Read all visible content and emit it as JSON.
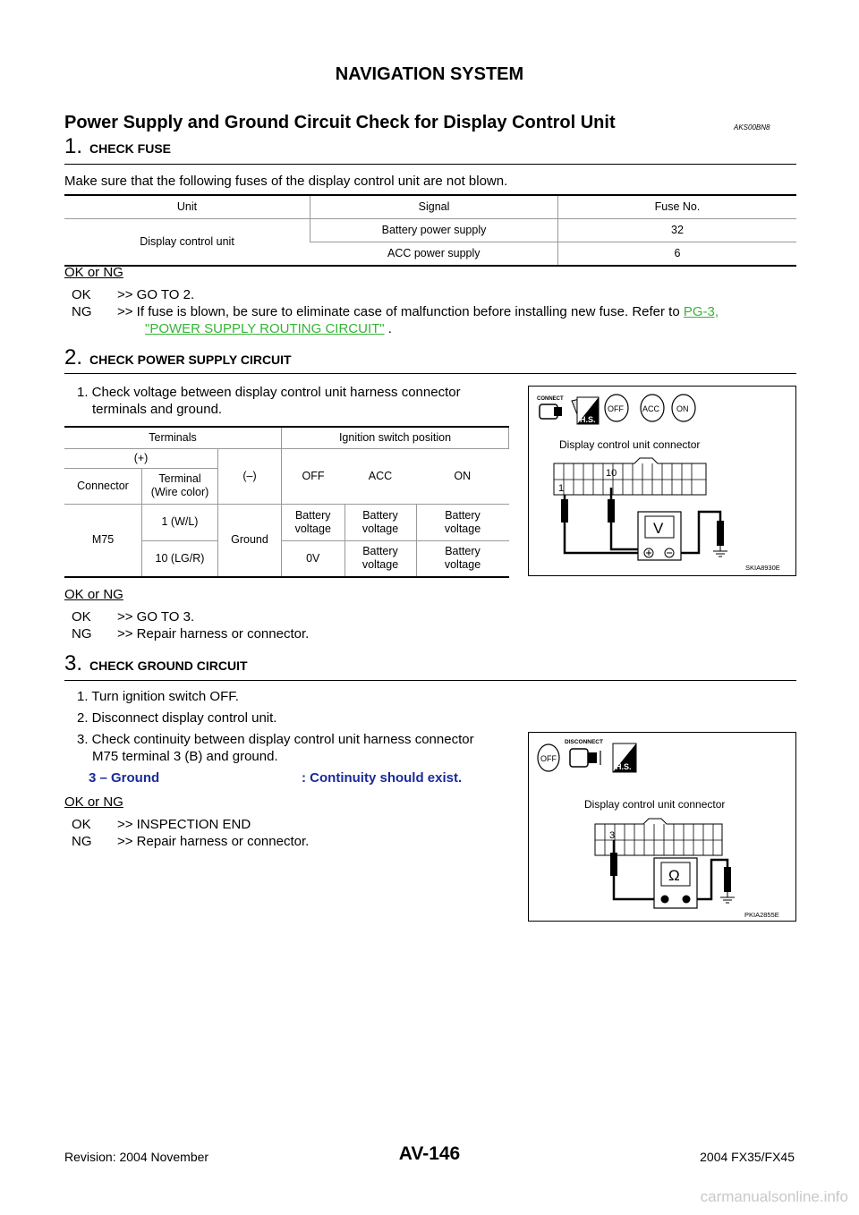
{
  "header": {
    "title": "NAVIGATION SYSTEM"
  },
  "section": {
    "title": "Power Supply and Ground Circuit Check for Display Control Unit",
    "code": "AKS00BN8"
  },
  "step1": {
    "num": "1.",
    "label": "CHECK FUSE",
    "text": "Make sure that the following fuses of the display control unit are not blown.",
    "table": {
      "headers": [
        "Unit",
        "Signal",
        "Fuse No."
      ],
      "unit": "Display control unit",
      "rows": [
        {
          "signal": "Battery power supply",
          "fuse": "32"
        },
        {
          "signal": "ACC power supply",
          "fuse": "6"
        }
      ]
    },
    "okng": "OK or NG",
    "ok_key": "OK",
    "ok_text": ">> GO TO 2.",
    "ng_key": "NG",
    "ng_text": ">> If fuse is blown, be sure to eliminate case of malfunction before installing new fuse. Refer to",
    "ng_link1": "PG-3,",
    "ng_link2": "\"POWER SUPPLY ROUTING CIRCUIT\"",
    "ng_tail": " ."
  },
  "step2": {
    "num": "2.",
    "label": "CHECK POWER SUPPLY CIRCUIT",
    "item1": "1.  Check voltage between display control unit harness connector",
    "item1b": "terminals and ground.",
    "table": {
      "h_terminals": "Terminals",
      "h_ign": "Ignition switch position",
      "h_plus": "(+)",
      "h_minus": "(–)",
      "h_off": "OFF",
      "h_acc": "ACC",
      "h_on": "ON",
      "h_connector": "Connector",
      "h_terminal1": "Terminal",
      "h_terminal2": "(Wire color)",
      "connector": "M75",
      "ground": "Ground",
      "r1_term": "1 (W/L)",
      "r1_off1": "Battery",
      "r1_off2": "voltage",
      "r1_acc1": "Battery",
      "r1_acc2": "voltage",
      "r1_on1": "Battery",
      "r1_on2": "voltage",
      "r2_term": "10 (LG/R)",
      "r2_off": "0V",
      "r2_acc1": "Battery",
      "r2_acc2": "voltage",
      "r2_on1": "Battery",
      "r2_on2": "voltage"
    },
    "figure": {
      "connect": "CONNECT",
      "hs": "H.S.",
      "off": "OFF",
      "acc": "ACC",
      "on": "ON",
      "caption": "Display control unit connector",
      "pin10": "10",
      "pin1": "1",
      "meter": "V",
      "code": "SKIA8930E"
    },
    "okng": "OK or NG",
    "ok_key": "OK",
    "ok_text": ">> GO TO 3.",
    "ng_key": "NG",
    "ng_text": ">> Repair harness or connector."
  },
  "step3": {
    "num": "3.",
    "label": "CHECK GROUND CIRCUIT",
    "item1": "1.  Turn ignition switch OFF.",
    "item2": "2.  Disconnect display control unit.",
    "item3": "3.  Check continuity between display control unit harness connector",
    "item3b": "M75 terminal 3 (B) and ground.",
    "cont_left": "3 – Ground",
    "cont_right": ": Continuity should exist.",
    "figure": {
      "disconnect": "DISCONNECT",
      "off": "OFF",
      "hs": "H.S.",
      "caption": "Display control unit connector",
      "pin3": "3",
      "meter": "Ω",
      "code": "PKIA2855E"
    },
    "okng": "OK or NG",
    "ok_key": "OK",
    "ok_text": ">> INSPECTION END",
    "ng_key": "NG",
    "ng_text": ">> Repair harness or connector."
  },
  "footer": {
    "left": "Revision: 2004 November",
    "center": "AV-146",
    "right": "2004 FX35/FX45",
    "watermark": "carmanualsonline.info"
  }
}
